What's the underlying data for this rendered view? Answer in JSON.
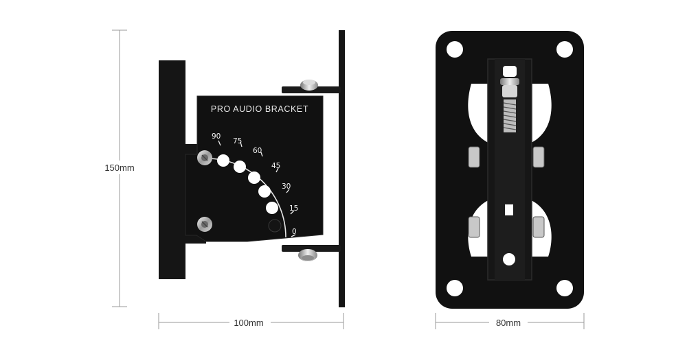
{
  "dimensions": {
    "height": "150mm",
    "depth": "100mm",
    "width": "80mm"
  },
  "side_view": {
    "label": "PRO AUDIO BRACKET",
    "angles": [
      "90",
      "75",
      "60",
      "45",
      "30",
      "15",
      "0"
    ]
  },
  "colors": {
    "metal": "#111111",
    "metal_edge": "#2a2a2a",
    "dimension_line": "#9a9a9a",
    "hole": "#ffffff"
  }
}
